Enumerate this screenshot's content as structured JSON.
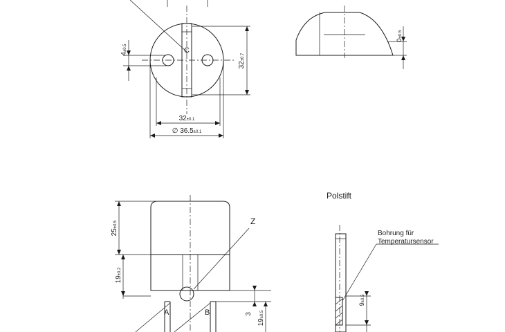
{
  "front_view": {
    "datum_c": "C",
    "dim_left": "4",
    "dim_left_tol": "±0.5",
    "dim_height": "32",
    "dim_height_tol": "±0.7",
    "dim_width": "32",
    "dim_width_tol": "±0.1",
    "dim_diameter": "∅ 36.5",
    "dim_diameter_tol": "±0.1"
  },
  "side_view": {
    "dim_edge": "0",
    "dim_edge_tol": "±0.5"
  },
  "lower_view": {
    "detail_z": "Z",
    "pin_a": "A",
    "pin_b": "B",
    "dim_top": "25",
    "dim_top_tol": "±0.5",
    "dim_mid": "19",
    "dim_mid_tol": "±0.2",
    "dim_small": "3",
    "dim_pin": "19",
    "dim_pin_tol": "±0.5"
  },
  "polstift": {
    "title": "Polstift",
    "note_line1": "Bohrung für",
    "note_line2": "Temperatursensor",
    "dim_hole": "9",
    "dim_hole_tol": "±0.5"
  }
}
